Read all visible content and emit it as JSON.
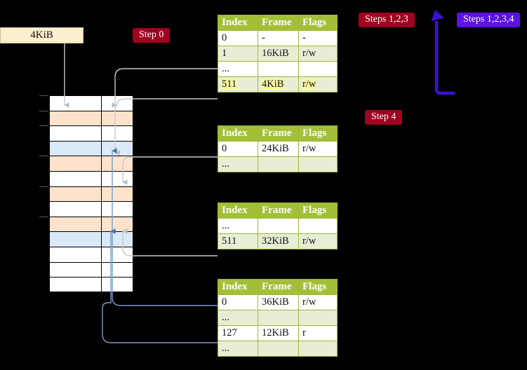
{
  "diagram": {
    "title": "multi-level-page-table-walk",
    "virtual_page": {
      "label": "4KiB"
    },
    "badges": [
      {
        "id": "step0",
        "label": "Step 0",
        "color": "#9f0320"
      },
      {
        "id": "step4",
        "label": "Step 4",
        "color": "#9f0320"
      },
      {
        "id": "steps123",
        "label": "Steps 1,2,3",
        "color": "#9f0320"
      },
      {
        "id": "steps1234",
        "label": "Steps 1,2,3,4",
        "color": "#5b11e8"
      }
    ],
    "columns": [
      "Index",
      "Frame",
      "Flags"
    ],
    "tables": [
      {
        "id": "pt1",
        "rows": [
          {
            "index": "0",
            "frame": "-",
            "flags": "-",
            "alt": false,
            "highlight": false
          },
          {
            "index": "1",
            "frame": "16KiB",
            "flags": "r/w",
            "alt": true,
            "highlight": false
          },
          {
            "index": "...",
            "frame": "",
            "flags": "",
            "alt": false,
            "highlight": false
          },
          {
            "index": "511",
            "frame": "4KiB",
            "flags": "r/w",
            "alt": true,
            "highlight": true
          }
        ]
      },
      {
        "id": "pt2",
        "rows": [
          {
            "index": "0",
            "frame": "24KiB",
            "flags": "r/w",
            "alt": false,
            "highlight": false
          },
          {
            "index": "...",
            "frame": "",
            "flags": "",
            "alt": true,
            "highlight": false
          }
        ]
      },
      {
        "id": "pt3",
        "rows": [
          {
            "index": "...",
            "frame": "",
            "flags": "",
            "alt": false,
            "highlight": false
          },
          {
            "index": "511",
            "frame": "32KiB",
            "flags": "r/w",
            "alt": true,
            "highlight": false
          }
        ]
      },
      {
        "id": "pt4",
        "rows": [
          {
            "index": "0",
            "frame": "36KiB",
            "flags": "r/w",
            "alt": false,
            "highlight": false
          },
          {
            "index": "...",
            "frame": "",
            "flags": "",
            "alt": true,
            "highlight": false
          },
          {
            "index": "127",
            "frame": "12KiB",
            "flags": "r",
            "alt": false,
            "highlight": false
          },
          {
            "index": "...",
            "frame": "",
            "flags": "",
            "alt": true,
            "highlight": false
          }
        ]
      }
    ],
    "memory_column": {
      "frame_count": 13,
      "frames": [
        {
          "fill": "white"
        },
        {
          "fill": "peach"
        },
        {
          "fill": "white"
        },
        {
          "fill": "blue"
        },
        {
          "fill": "peach"
        },
        {
          "fill": "white"
        },
        {
          "fill": "peach"
        },
        {
          "fill": "white"
        },
        {
          "fill": "peach"
        },
        {
          "fill": "blue"
        },
        {
          "fill": "white"
        },
        {
          "fill": "white"
        },
        {
          "fill": "white"
        }
      ],
      "fill_colors": {
        "white": "#ffffff",
        "peach": "#fde3cc",
        "blue": "#dbe8f7"
      }
    },
    "wire_colors": {
      "grey": "#c9c9c9",
      "grey_arrow": "#bdbdbd",
      "blue": "#7a9cc6",
      "blue_arrow": "#4a72ab",
      "bracket": "#3d0fd6"
    }
  }
}
